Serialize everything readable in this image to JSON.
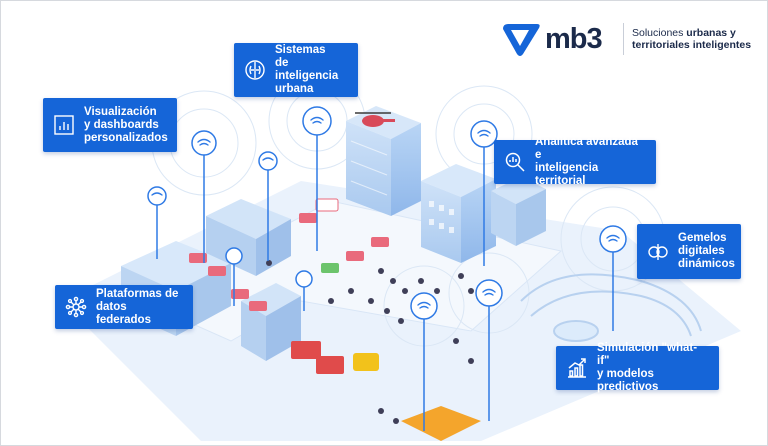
{
  "brand": {
    "name": "mb3",
    "tagline_prefix": "Soluciones",
    "tagline_bold": "urbanas y",
    "tagline_line2": "territoriales inteligentes",
    "color_primary": "#1565d8",
    "color_dark": "#1b2a4a"
  },
  "callouts": [
    {
      "id": "sistemas",
      "icon": "brain-icon",
      "lines": [
        "Sistemas",
        "de inteligencia",
        "urbana"
      ]
    },
    {
      "id": "visualizacion",
      "icon": "dashboard-chart-icon",
      "lines": [
        "Visualización",
        "y dashboards",
        "personalizados"
      ]
    },
    {
      "id": "analitica",
      "icon": "magnifier-analytics-icon",
      "lines": [
        "Analítica avanzada e",
        "inteligencia territorial"
      ]
    },
    {
      "id": "gemelos",
      "icon": "twin-circles-icon",
      "lines": [
        "Gemelos",
        "digitales",
        "dinámicos"
      ]
    },
    {
      "id": "plataformas",
      "icon": "network-hub-icon",
      "lines": [
        "Plataformas de",
        "datos federados"
      ]
    },
    {
      "id": "simulacion",
      "icon": "growth-chart-icon",
      "lines": [
        "Simulación \"what-if\"",
        "y modelos predictivos"
      ]
    }
  ]
}
